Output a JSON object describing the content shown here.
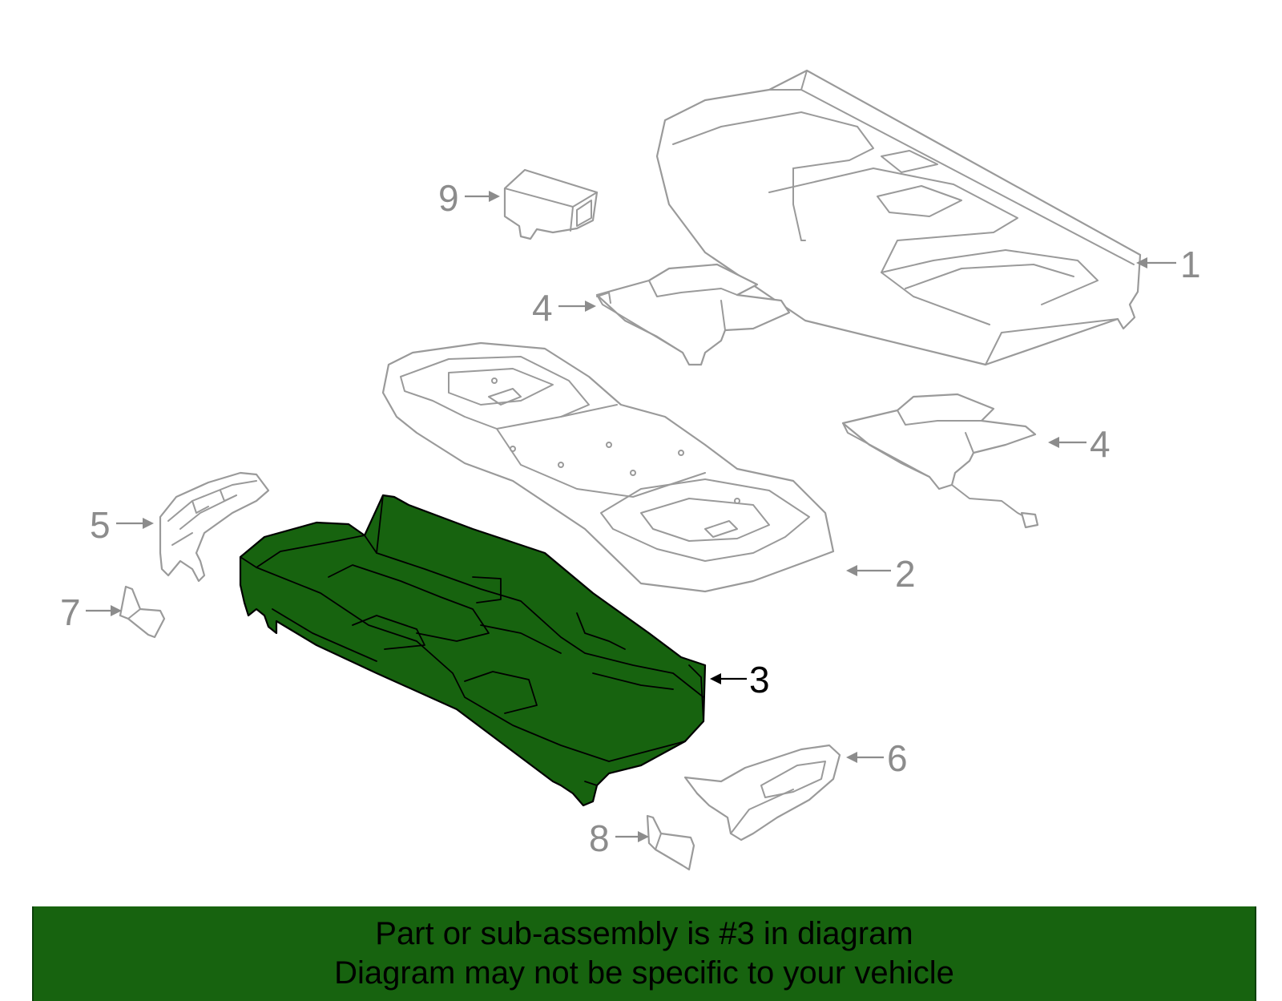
{
  "callouts": [
    {
      "id": "1",
      "label": "1",
      "highlighted": false
    },
    {
      "id": "2",
      "label": "2",
      "highlighted": false
    },
    {
      "id": "3",
      "label": "3",
      "highlighted": true
    },
    {
      "id": "4a",
      "label": "4",
      "highlighted": false
    },
    {
      "id": "4b",
      "label": "4",
      "highlighted": false
    },
    {
      "id": "5",
      "label": "5",
      "highlighted": false
    },
    {
      "id": "6",
      "label": "6",
      "highlighted": false
    },
    {
      "id": "7",
      "label": "7",
      "highlighted": false
    },
    {
      "id": "8",
      "label": "8",
      "highlighted": false
    },
    {
      "id": "9",
      "label": "9",
      "highlighted": false
    }
  ],
  "banner": {
    "line1": "Part or sub-assembly is #3 in diagram",
    "line2": "Diagram may not be specific to your vehicle"
  },
  "colors": {
    "highlight_fill": "#17630f",
    "part_outline": "#9a9a9a",
    "callout_inactive": "#8c8c8c",
    "callout_active": "#000000"
  }
}
